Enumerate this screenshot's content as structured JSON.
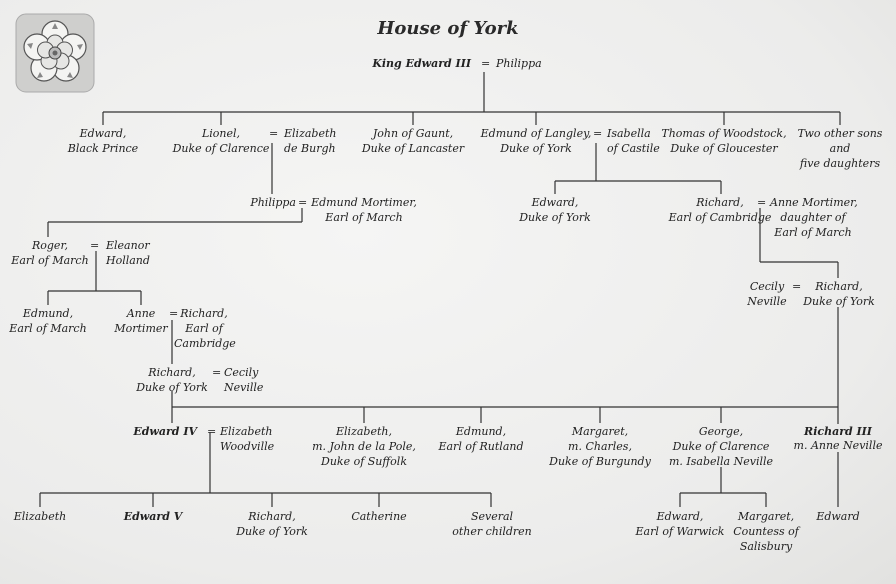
{
  "title": "House of York",
  "icon": "tudor-rose-emblem-icon",
  "people": {
    "edward3": "King Edward III",
    "philippa": "Philippa",
    "black_prince": "Edward,\nBlack Prince",
    "lionel": "Lionel,\nDuke of Clarence",
    "elizabeth_burgh": "Elizabeth\nde Burgh",
    "john_gaunt": "John of Gaunt,\nDuke of Lancaster",
    "edmund_langley": "Edmund of Langley,\nDuke of York",
    "isabella_castile": "Isabella\nof Castile",
    "thomas_woodstock": "Thomas of Woodstock,\nDuke of Gloucester",
    "two_other_sons": "Two other sons\nand\nfive daughters",
    "philippa2": "Philippa",
    "edmund_mortimer": "Edmund Mortimer,\nEarl of March",
    "edward_york": "Edward,\nDuke of York",
    "richard_cambridge": "Richard,\nEarl of Cambridge",
    "anne_mortimer_daughter": "Anne Mortimer,\ndaughter of\nEarl of March",
    "roger": "Roger,\nEarl of March",
    "eleanor_holland": "Eleanor\nHolland",
    "cecily_neville_a": "Cecily\nNeville",
    "richard_york_a": "Richard,\nDuke of York",
    "edmund_march": "Edmund,\nEarl of March",
    "anne_mortimer": "Anne\nMortimer",
    "richard_cambridge2": "Richard,\nEarl of\nCambridge",
    "richard_york_b": "Richard,\nDuke of York",
    "cecily_neville_b": "Cecily\nNeville",
    "edward4": "Edward IV",
    "elizabeth_woodville": "Elizabeth\nWoodville",
    "elizabeth_pole": "Elizabeth,\nm. John de la Pole,\nDuke of Suffolk",
    "edmund_rutland": "Edmund,\nEarl of Rutland",
    "margaret_burgundy": "Margaret,\nm. Charles,\nDuke of Burgundy",
    "george_clarence": "George,\nDuke of Clarence\nm. Isabella Neville",
    "richard3": "Richard III",
    "anne_neville": "m. Anne Neville",
    "elizabeth_child": "Elizabeth",
    "edward5": "Edward V",
    "richard_york_c": "Richard,\nDuke of York",
    "catherine": "Catherine",
    "several_children": "Several\nother children",
    "edward_warwick": "Edward,\nEarl of Warwick",
    "margaret_salisbury": "Margaret,\nCountess of\nSalisbury",
    "edward_son": "Edward"
  },
  "marriage_symbol": "="
}
